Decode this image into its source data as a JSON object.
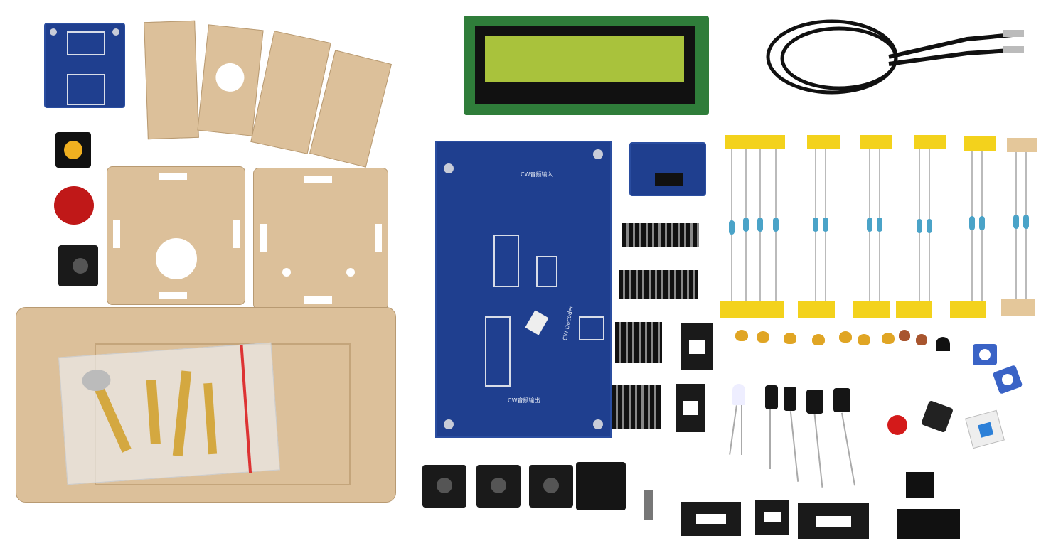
{
  "photo": {
    "pcb_silkscreen": {
      "audio_input": "CW音频输入",
      "audio_output": "CW音频输出",
      "board_name": "CW Decoder"
    },
    "colors": {
      "acrylic": "#dcc09a",
      "pcb": "#1f3f8f",
      "lcd": "#a9c23c",
      "tape": "#f3d21c"
    }
  }
}
